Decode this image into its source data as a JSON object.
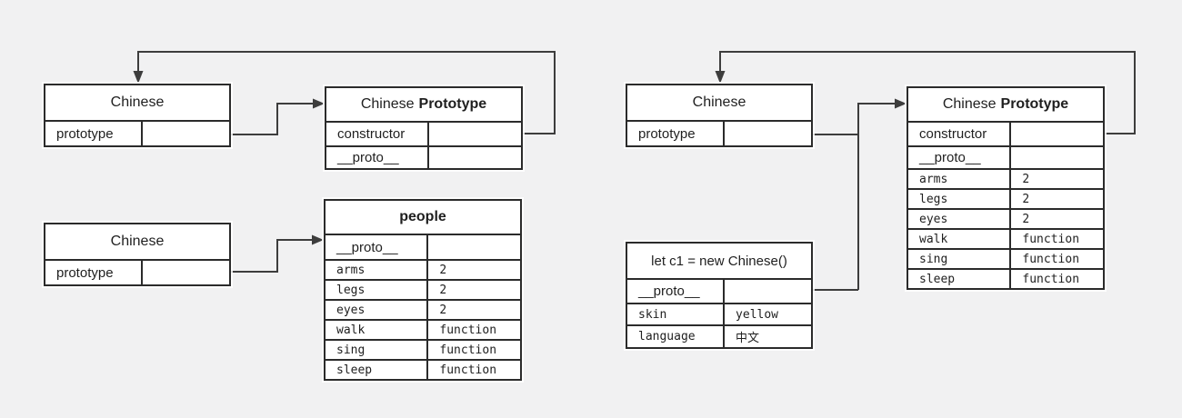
{
  "colors": {
    "background": "#f1f1f2",
    "box_fill": "#ffffff",
    "box_border": "#2b2b2b",
    "connector": "#3d3d3d",
    "text": "#1f1f1f"
  },
  "boxes": {
    "chinese_fn_left_top": {
      "title": "Chinese",
      "rows": [
        {
          "key": "prototype",
          "value": ""
        }
      ]
    },
    "chinese_prototype_left": {
      "title_normal": "Chinese",
      "title_bold": "Prototype",
      "rows": [
        {
          "key": "constructor",
          "value": ""
        },
        {
          "key": "__proto__",
          "value": ""
        }
      ]
    },
    "chinese_fn_left_bottom": {
      "title": "Chinese",
      "rows": [
        {
          "key": "prototype",
          "value": ""
        }
      ]
    },
    "people": {
      "title": "people",
      "proto_row": {
        "key": "__proto__",
        "value": ""
      },
      "rows": [
        {
          "key": "arms",
          "value": "2"
        },
        {
          "key": "legs",
          "value": "2"
        },
        {
          "key": "eyes",
          "value": "2"
        },
        {
          "key": "walk",
          "value": "function"
        },
        {
          "key": "sing",
          "value": "function"
        },
        {
          "key": "sleep",
          "value": "function"
        }
      ]
    },
    "chinese_fn_right": {
      "title": "Chinese",
      "rows": [
        {
          "key": "prototype",
          "value": ""
        }
      ]
    },
    "chinese_prototype_right": {
      "title_normal": "Chinese",
      "title_bold": "Prototype",
      "sans_rows": [
        {
          "key": "constructor",
          "value": ""
        },
        {
          "key": "__proto__",
          "value": ""
        }
      ],
      "mono_rows": [
        {
          "key": "arms",
          "value": "2"
        },
        {
          "key": "legs",
          "value": "2"
        },
        {
          "key": "eyes",
          "value": "2"
        },
        {
          "key": "walk",
          "value": "function"
        },
        {
          "key": "sing",
          "value": "function"
        },
        {
          "key": "sleep",
          "value": "function"
        }
      ]
    },
    "instance": {
      "title": "let c1 = new Chinese()",
      "proto_row": {
        "key": "__proto__",
        "value": ""
      },
      "rows": [
        {
          "key": "skin",
          "value": "yellow"
        },
        {
          "key": "language",
          "value": "中文"
        }
      ]
    }
  }
}
